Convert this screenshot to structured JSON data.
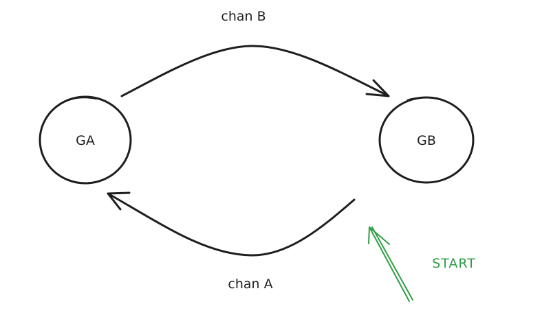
{
  "colors": {
    "ink": "#1e1e1e",
    "start": "#2f9e44",
    "background": "#ffffff"
  },
  "nodes": [
    {
      "id": "GA",
      "label": "GA"
    },
    {
      "id": "GB",
      "label": "GB"
    }
  ],
  "edges": [
    {
      "from": "GA",
      "to": "GB",
      "label": "chan B"
    },
    {
      "from": "GB",
      "to": "GA",
      "label": "chan A"
    }
  ],
  "start": {
    "label": "START",
    "target": "GB"
  }
}
